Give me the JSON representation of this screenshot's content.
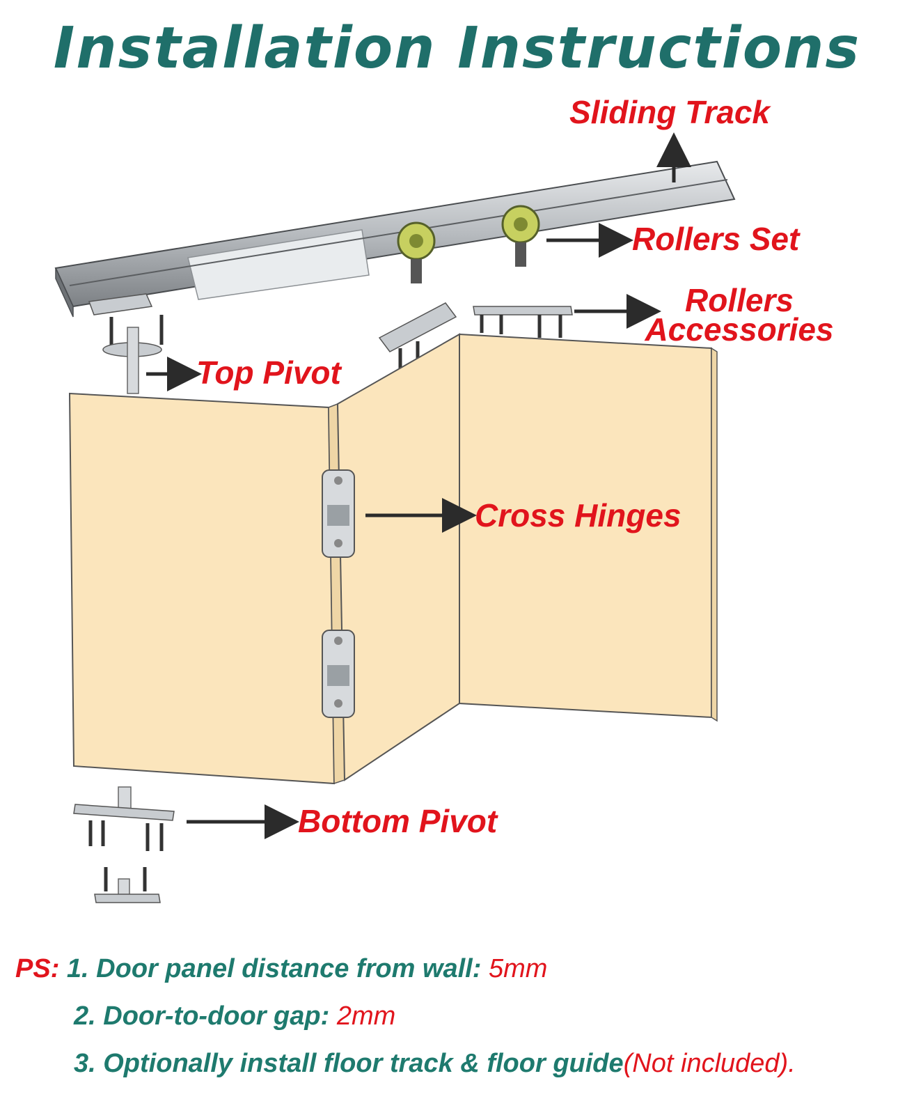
{
  "title": "Installation Instructions",
  "labels": {
    "sliding_track": "Sliding Track",
    "rollers_set": "Rollers Set",
    "rollers_accessories_line1": "Rollers",
    "rollers_accessories_line2": "Accessories",
    "top_pivot": "Top Pivot",
    "cross_hinges": "Cross Hinges",
    "bottom_pivot": "Bottom Pivot"
  },
  "notes": {
    "prefix": "PS:",
    "items": [
      {
        "text": "1. Door panel distance from wall: ",
        "value": "5mm"
      },
      {
        "text": "2. Door-to-door gap: ",
        "value": "2mm"
      },
      {
        "text": "3. Optionally install floor track & floor guide",
        "value": "(Not included)."
      }
    ]
  },
  "colors": {
    "title": "#1f6f6a",
    "label": "#e1141c",
    "note_text": "#1e7a6e",
    "door_panel": "#fbe5bc",
    "metal": "#b8bcc0"
  }
}
